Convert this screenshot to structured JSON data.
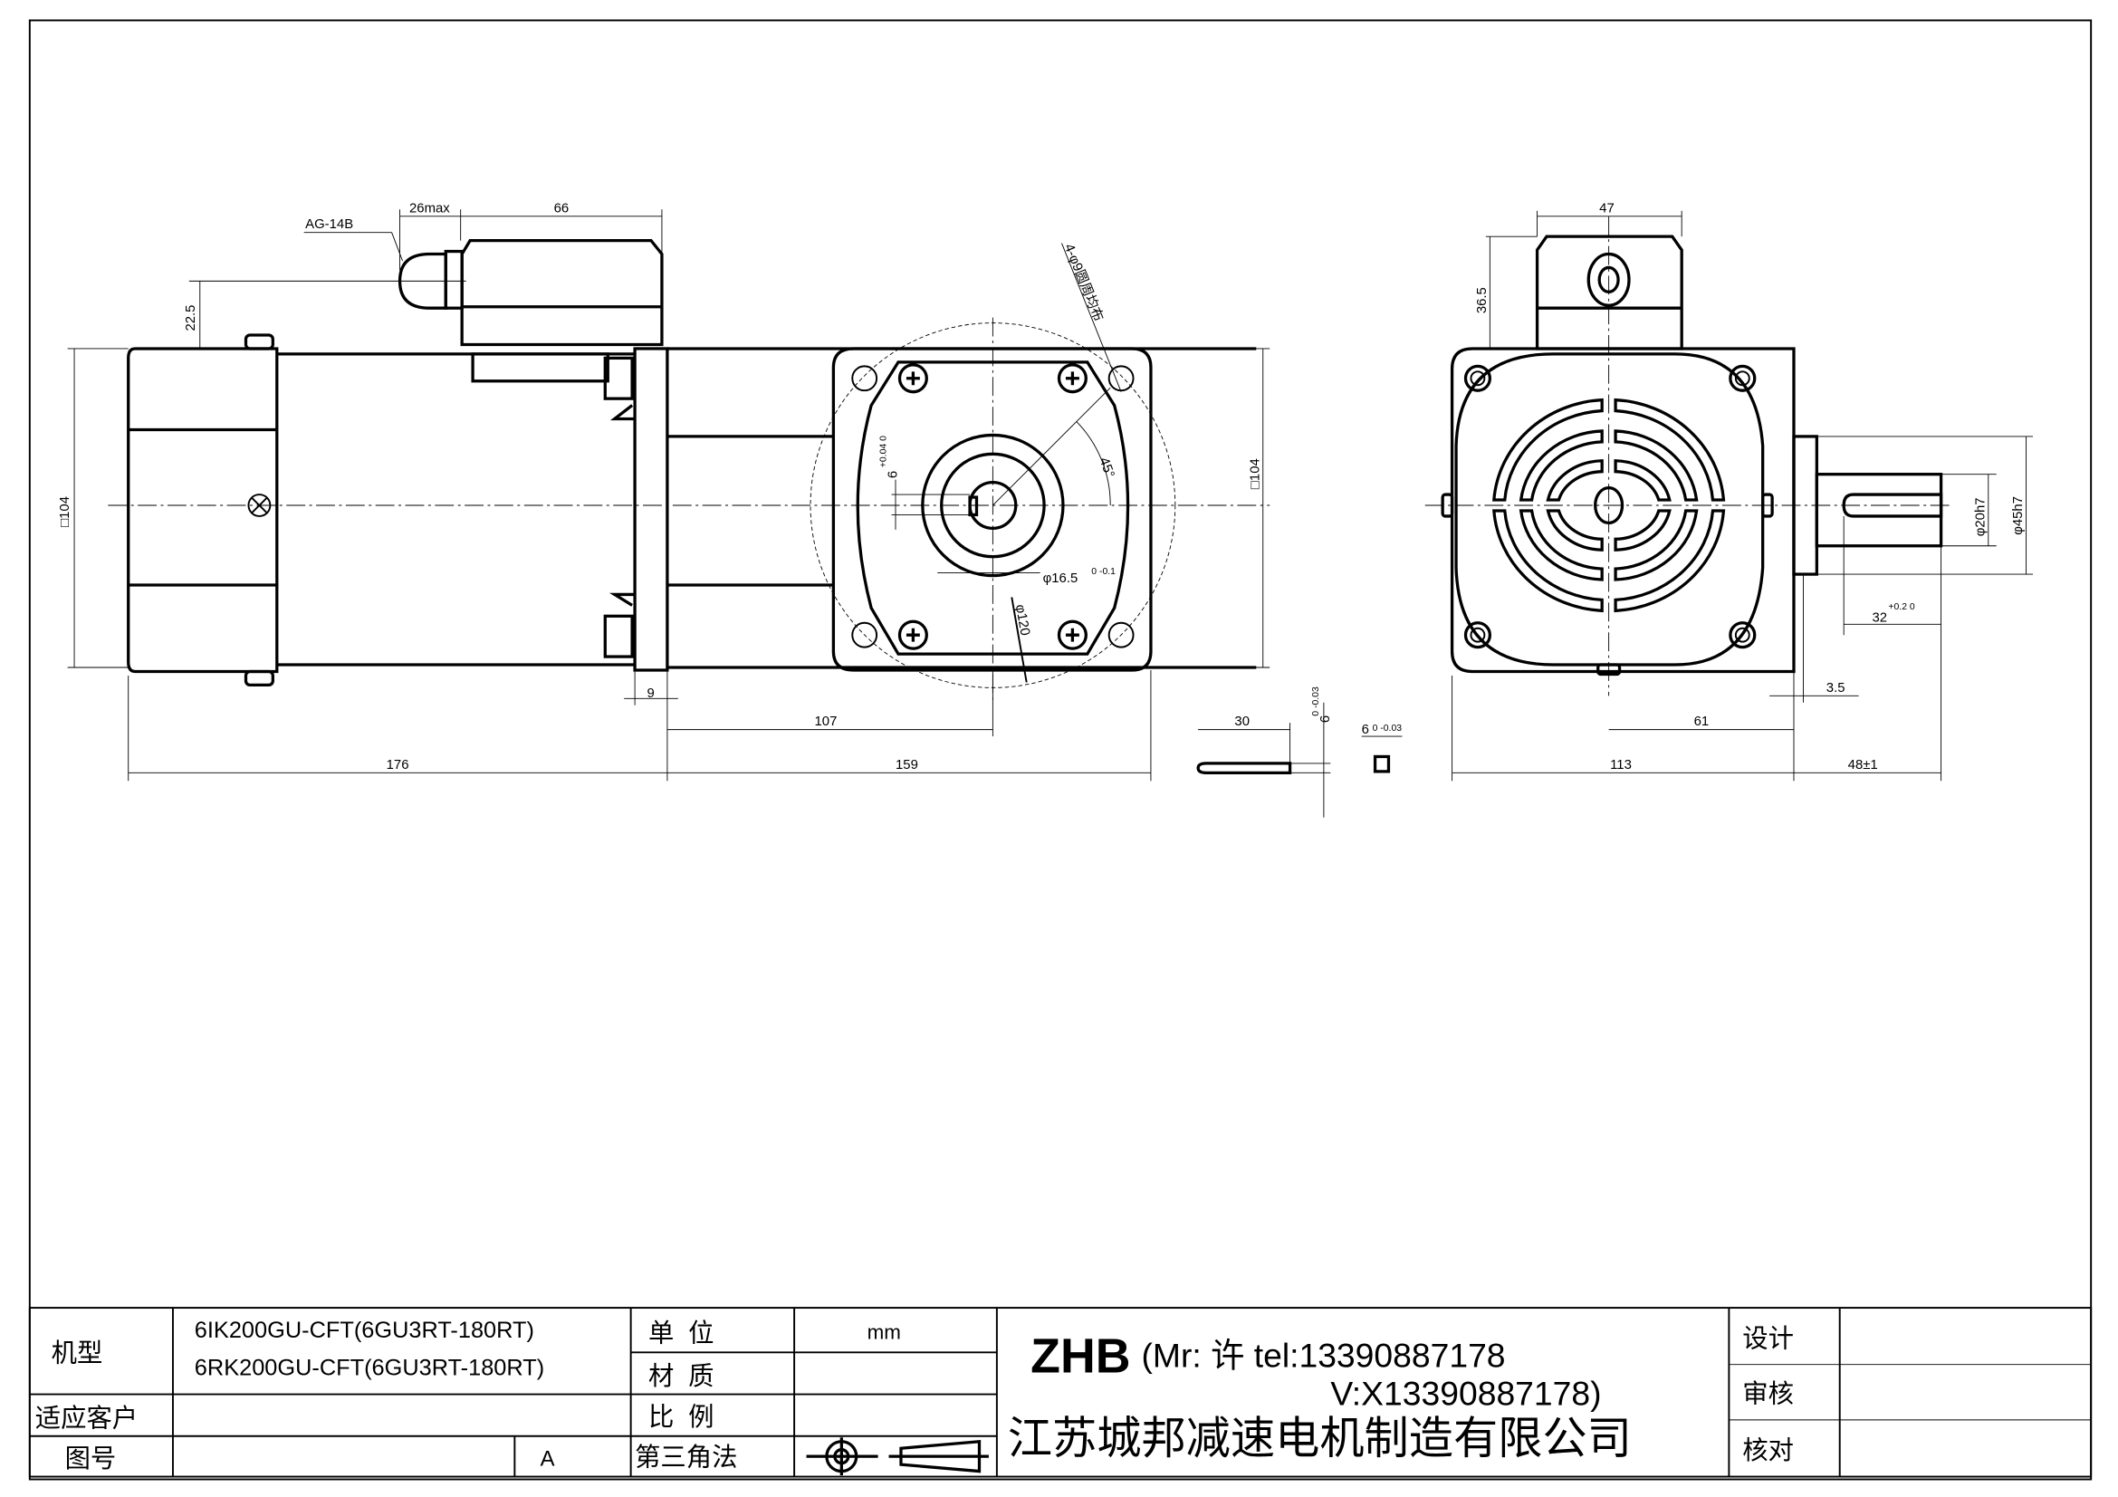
{
  "drawing": {
    "left_view": {
      "cable_gland_label": "AG-14B",
      "dim_gland": "26max",
      "dim_box_length": "66",
      "dim_box_height": "22.5",
      "dim_square_left": "□104",
      "dim_flange_offset": "9",
      "dim_motor_length": "176"
    },
    "front_view": {
      "holes_note": "4-φ9圆周均布",
      "angle": "45°",
      "key_width": "6",
      "key_width_tol": "+0.04 0",
      "bore": "φ16.5",
      "bore_tol": "0 -0.1",
      "pcd": "φ120",
      "dim_square": "□104",
      "dim_center": "107",
      "dim_gear_length": "159"
    },
    "key_detail": {
      "length": "30",
      "height": "6",
      "height_tol": "0 -0.03",
      "width": "6",
      "width_tol": "0 -0.03"
    },
    "side_view": {
      "dim_box_width": "47",
      "dim_box_height": "36.5",
      "dim_shaft": "φ20h7",
      "dim_pilot": "φ45h7",
      "dim_key_length": "32",
      "dim_key_tol": "+0.2 0",
      "dim_pilot_length": "3.5",
      "dim_offset": "61",
      "dim_body": "113",
      "dim_shaft_length": "48±1"
    }
  },
  "title_block": {
    "model_label": "机型",
    "model_1": "6IK200GU-CFT(6GU3RT-180RT)",
    "model_2": "6RK200GU-CFT(6GU3RT-180RT)",
    "customer_label": "适应客户",
    "drawing_no_label": "图号",
    "revision": "A",
    "unit_label": "单  位",
    "unit_value": "mm",
    "material_label": "材  质",
    "scale_label": "比  例",
    "projection_label": "第三角法",
    "brand": "ZHB",
    "contact_line1": "(Mr: 许 tel:13390887178",
    "contact_line2": "V:X13390887178)",
    "company": "江苏城邦减速电机制造有限公司",
    "design_label": "设计",
    "review_label": "审核",
    "check_label": "核对"
  }
}
